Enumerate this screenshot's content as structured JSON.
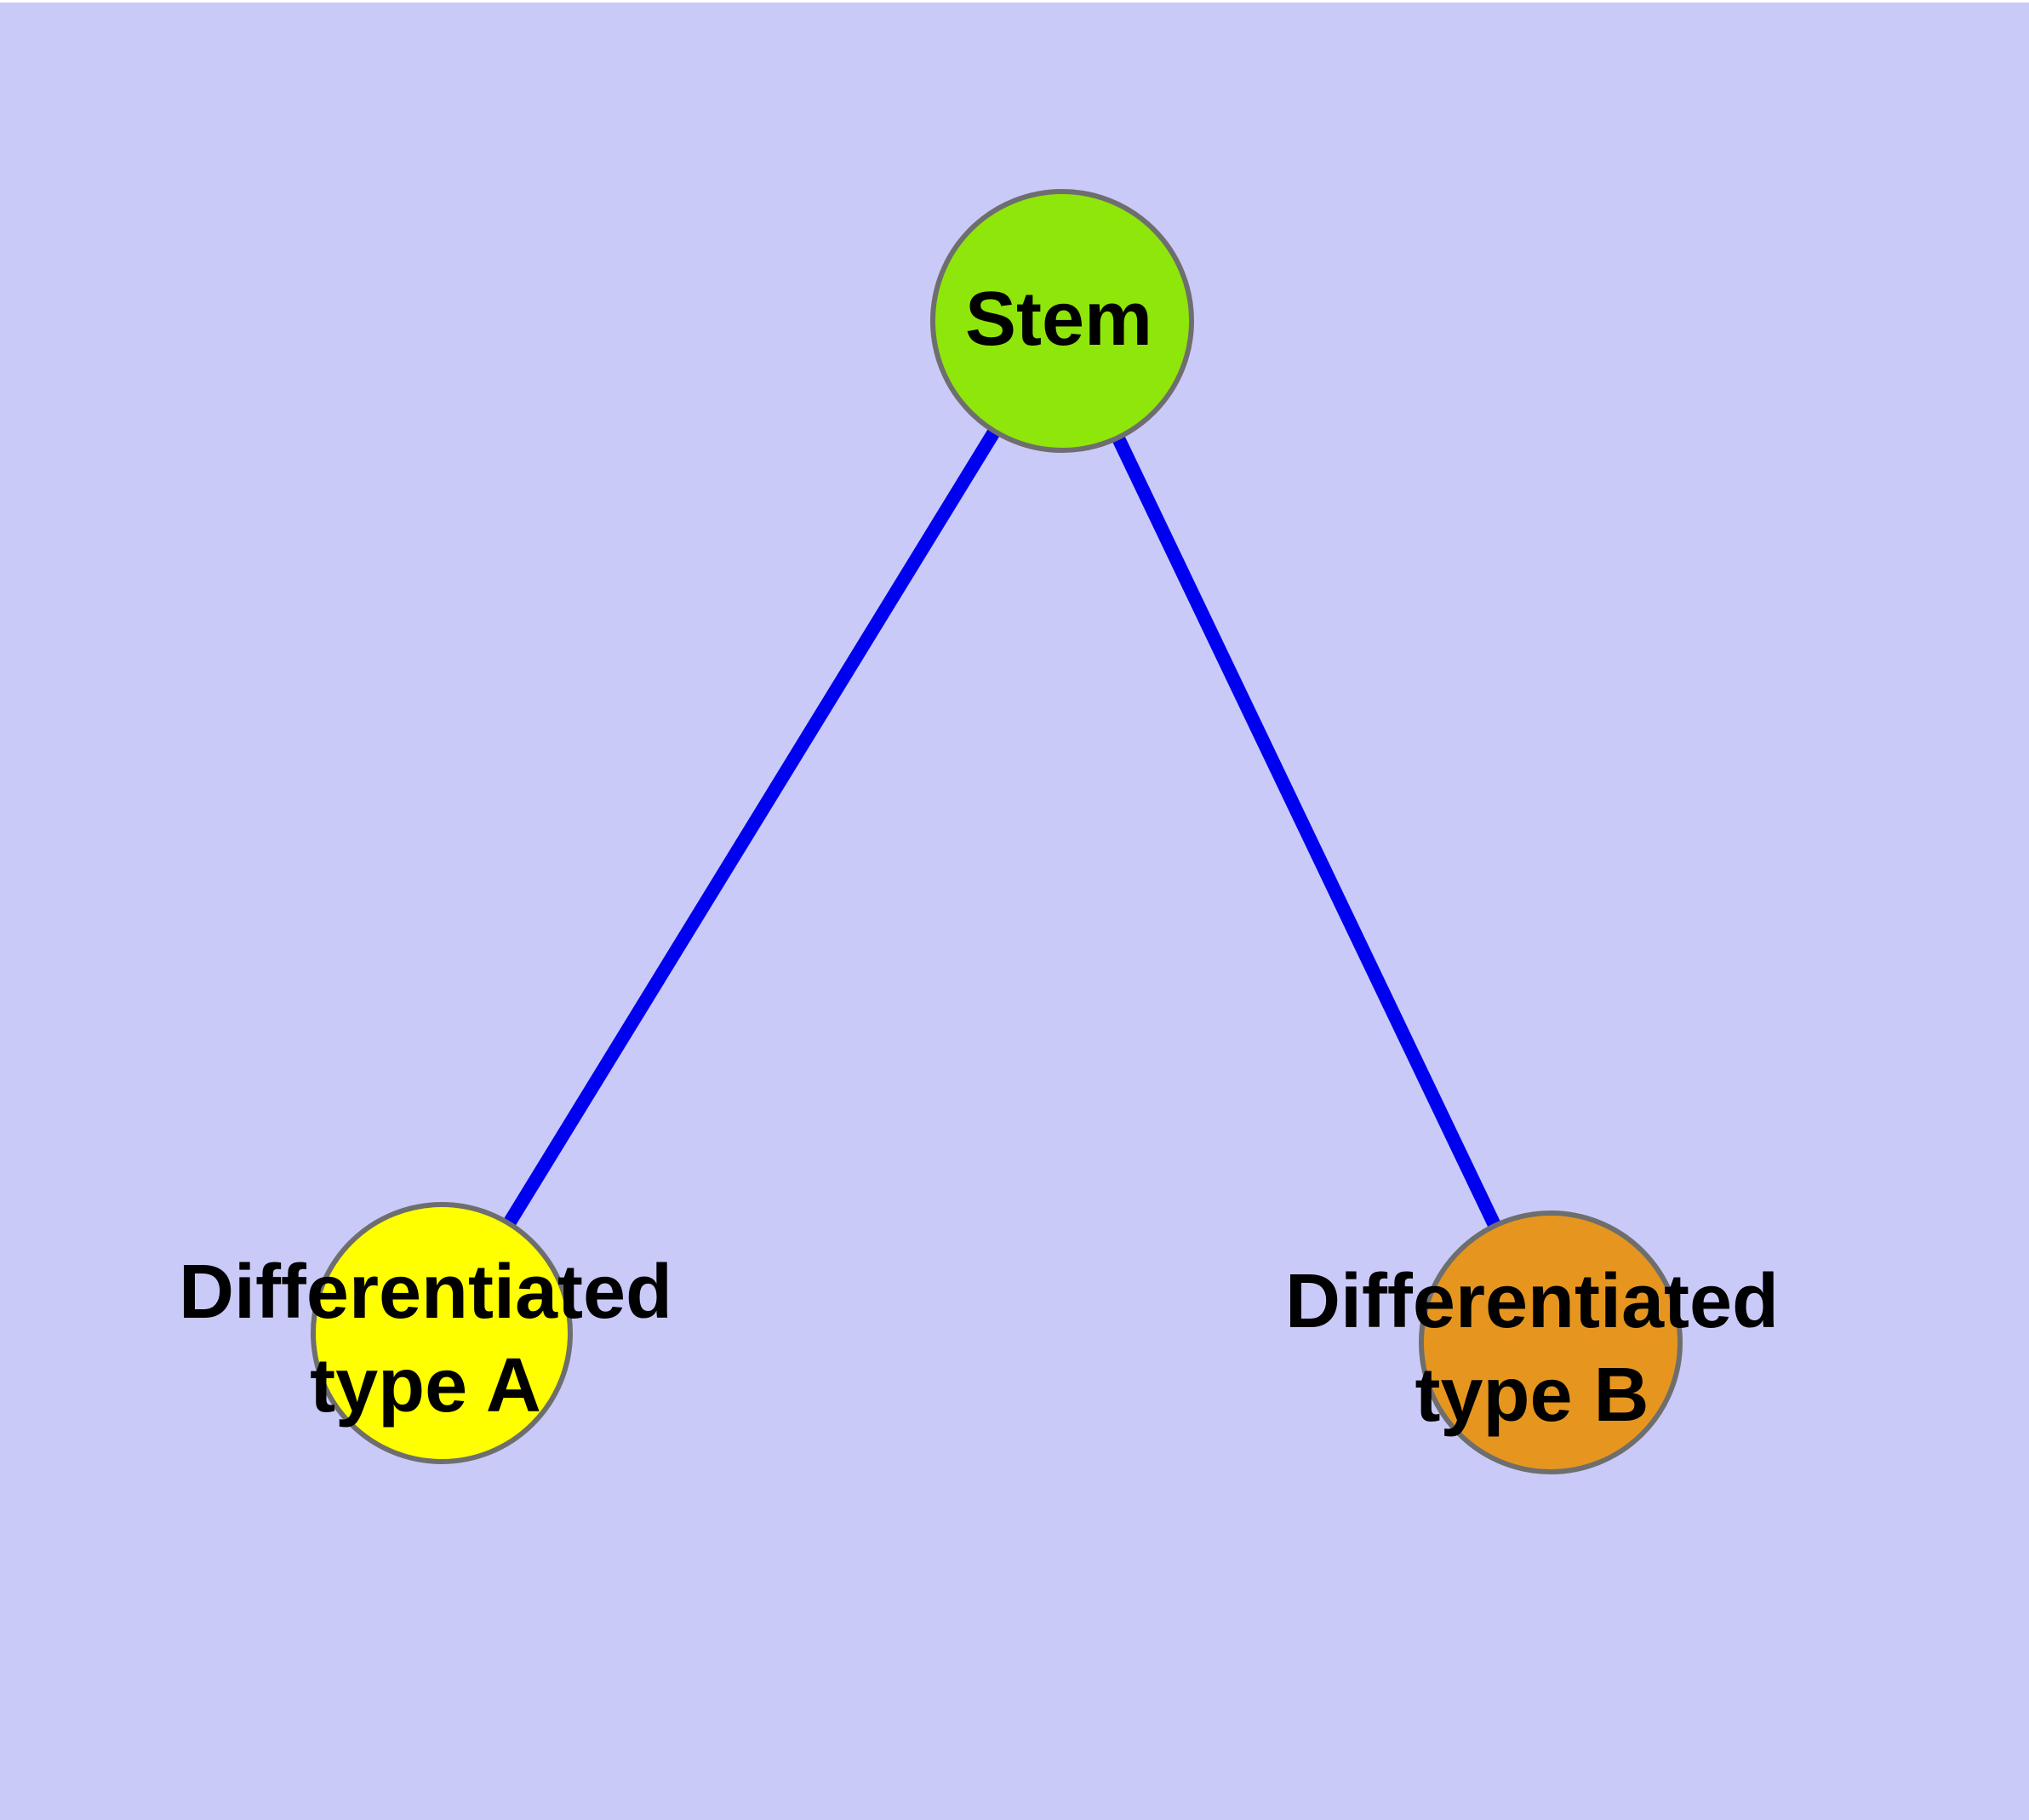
{
  "diagram": {
    "type": "graph",
    "background_color": "#CACAF8",
    "top_margin_color": "#FFFFFF",
    "edge_color": "#0000F0",
    "node_border_color": "#6E6E6E",
    "label_color": "#000000",
    "nodes": {
      "stem": {
        "label": "Stem",
        "fill": "#8FE60A"
      },
      "type_a": {
        "label_line1": "Differentiated",
        "label_line2": "type A",
        "fill": "#FFFF00"
      },
      "type_b": {
        "label_line1": "Differentiated",
        "label_line2": "type B",
        "fill": "#E6961E"
      }
    },
    "edges": [
      {
        "from": "Stem",
        "to": "Differentiated type A"
      },
      {
        "from": "Stem",
        "to": "Differentiated type B"
      }
    ]
  }
}
